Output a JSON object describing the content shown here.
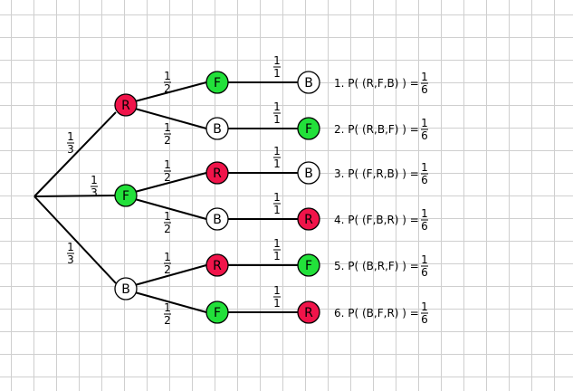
{
  "colors": {
    "R": "#f0144a",
    "F": "#22e03a",
    "B": "#ffffff",
    "line": "#000000"
  },
  "tree": {
    "first_level": [
      {
        "label": "R",
        "prob": [
          "1",
          "3"
        ],
        "children": [
          {
            "label": "F",
            "prob": [
              "1",
              "2"
            ],
            "leaf": {
              "label": "B",
              "prob": [
                "1",
                "1"
              ]
            }
          },
          {
            "label": "B",
            "prob": [
              "1",
              "2"
            ],
            "leaf": {
              "label": "F",
              "prob": [
                "1",
                "1"
              ]
            }
          }
        ]
      },
      {
        "label": "F",
        "prob": [
          "1",
          "3"
        ],
        "children": [
          {
            "label": "R",
            "prob": [
              "1",
              "2"
            ],
            "leaf": {
              "label": "B",
              "prob": [
                "1",
                "1"
              ]
            }
          },
          {
            "label": "B",
            "prob": [
              "1",
              "2"
            ],
            "leaf": {
              "label": "R",
              "prob": [
                "1",
                "1"
              ]
            }
          }
        ]
      },
      {
        "label": "B",
        "prob": [
          "1",
          "3"
        ],
        "children": [
          {
            "label": "R",
            "prob": [
              "1",
              "2"
            ],
            "leaf": {
              "label": "F",
              "prob": [
                "1",
                "1"
              ]
            }
          },
          {
            "label": "F",
            "prob": [
              "1",
              "2"
            ],
            "leaf": {
              "label": "R",
              "prob": [
                "1",
                "1"
              ]
            }
          }
        ]
      }
    ]
  },
  "outcomes": [
    {
      "text": "1. P( (R,F,B) ) = ",
      "frac": [
        "1",
        "6"
      ]
    },
    {
      "text": "2. P( (R,B,F) ) = ",
      "frac": [
        "1",
        "6"
      ]
    },
    {
      "text": "3. P( (F,R,B) ) = ",
      "frac": [
        "1",
        "6"
      ]
    },
    {
      "text": "4. P( (F,B,R) ) = ",
      "frac": [
        "1",
        "6"
      ]
    },
    {
      "text": "5. P( (B,R,F) ) = ",
      "frac": [
        "1",
        "6"
      ]
    },
    {
      "text": "6. P( (B,F,R) ) = ",
      "frac": [
        "1",
        "6"
      ]
    }
  ]
}
